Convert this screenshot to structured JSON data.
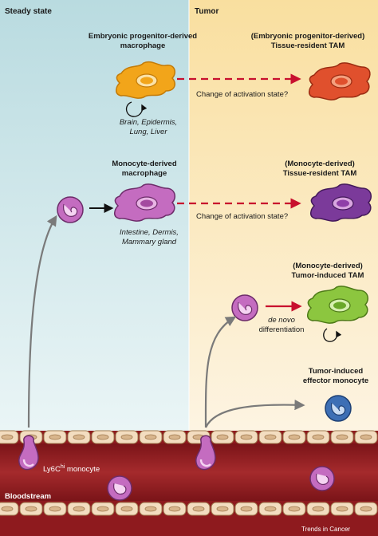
{
  "panels": {
    "left_title": "Steady state",
    "right_title": "Tumor"
  },
  "rows": {
    "row1": {
      "left_title_line1": "Embryonic progenitor-derived",
      "left_title_line2": "macrophage",
      "right_title_line1": "(Embryonic progenitor-derived)",
      "right_title_line2": "Tissue-resident TAM",
      "arrow_label": "Change of activation state?",
      "tissues_line1": "Brain, Epidermis,",
      "tissues_line2": "Lung, Liver"
    },
    "row2": {
      "left_title_line1": "Monocyte-derived",
      "left_title_line2": "macrophage",
      "right_title_line1": "(Monocyte-derived)",
      "right_title_line2": "Tissue-resident TAM",
      "arrow_label": "Change of activation state?",
      "tissues_line1": "Intestine, Dermis,",
      "tissues_line2": "Mammary gland"
    },
    "row3": {
      "right_title_line1": "(Monocyte-derived)",
      "right_title_line2": "Tumor-induced TAM",
      "arrow_label_line1": "de novo",
      "arrow_label_line2": "differentiation"
    },
    "row4": {
      "title_line1": "Tumor-induced",
      "title_line2": "effector monocyte"
    }
  },
  "vessel": {
    "monocyte_label_prefix": "Ly6C",
    "monocyte_label_sup": "hi",
    "monocyte_label_suffix": " monocyte",
    "bloodstream_label": "Bloodstream"
  },
  "credit": "Trends in Cancer",
  "colors": {
    "left_panel": "#c9e4e8",
    "right_panel": "#fbe6bf",
    "vessel": "#8e1a1e",
    "endothelium": "#f3ddc0",
    "embryonic_macrophage": "#f2a51a",
    "tissue_resident_tam_1": "#e0502d",
    "monocyte_macrophage": "#c46cc0",
    "tissue_resident_tam_2": "#7b3a9a",
    "tumor_induced_tam": "#8cc63f",
    "effector_monocyte": "#3d6fb5",
    "activation_arrow": "#c8102e"
  }
}
